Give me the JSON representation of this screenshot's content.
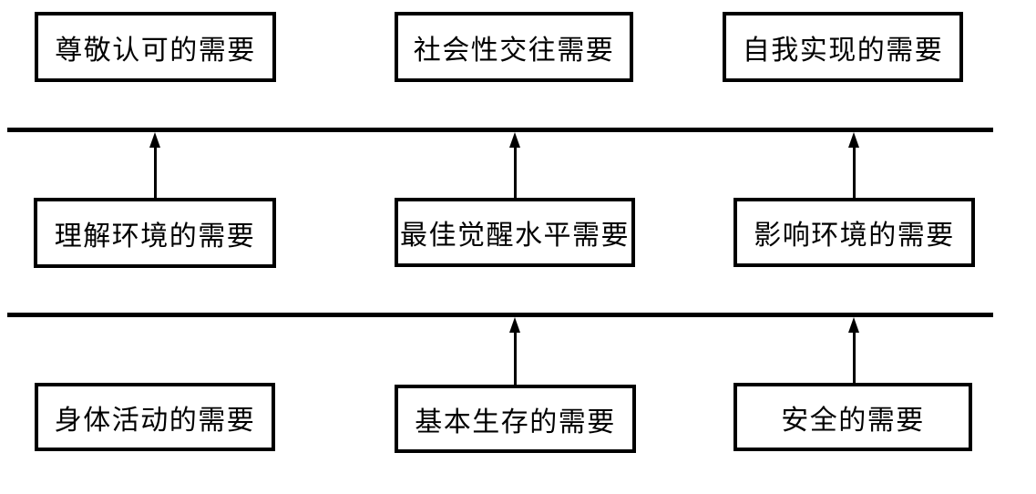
{
  "diagram": {
    "name": "needs-hierarchy-diagram",
    "colors": {
      "foreground": "#000000",
      "background": "#ffffff"
    },
    "levels": [
      {
        "name": "top",
        "boxes": [
          {
            "label": "尊敬认可的需要"
          },
          {
            "label": "社会性交往需要"
          },
          {
            "label": "自我实现的需要"
          }
        ]
      },
      {
        "name": "middle",
        "boxes": [
          {
            "label": "理解环境的需要"
          },
          {
            "label": "最佳觉醒水平需要"
          },
          {
            "label": "影响环境的需要"
          }
        ]
      },
      {
        "name": "bottom",
        "boxes": [
          {
            "label": "身体活动的需要"
          },
          {
            "label": "基本生存的需要"
          },
          {
            "label": "安全的需要"
          }
        ]
      }
    ],
    "arrows": [
      {
        "from": "理解环境的需要",
        "to": "upper-line"
      },
      {
        "from": "最佳觉醒水平需要",
        "to": "upper-line"
      },
      {
        "from": "影响环境的需要",
        "to": "upper-line"
      },
      {
        "from": "基本生存的需要",
        "to": "lower-line"
      },
      {
        "from": "安全的需要",
        "to": "lower-line"
      }
    ]
  }
}
